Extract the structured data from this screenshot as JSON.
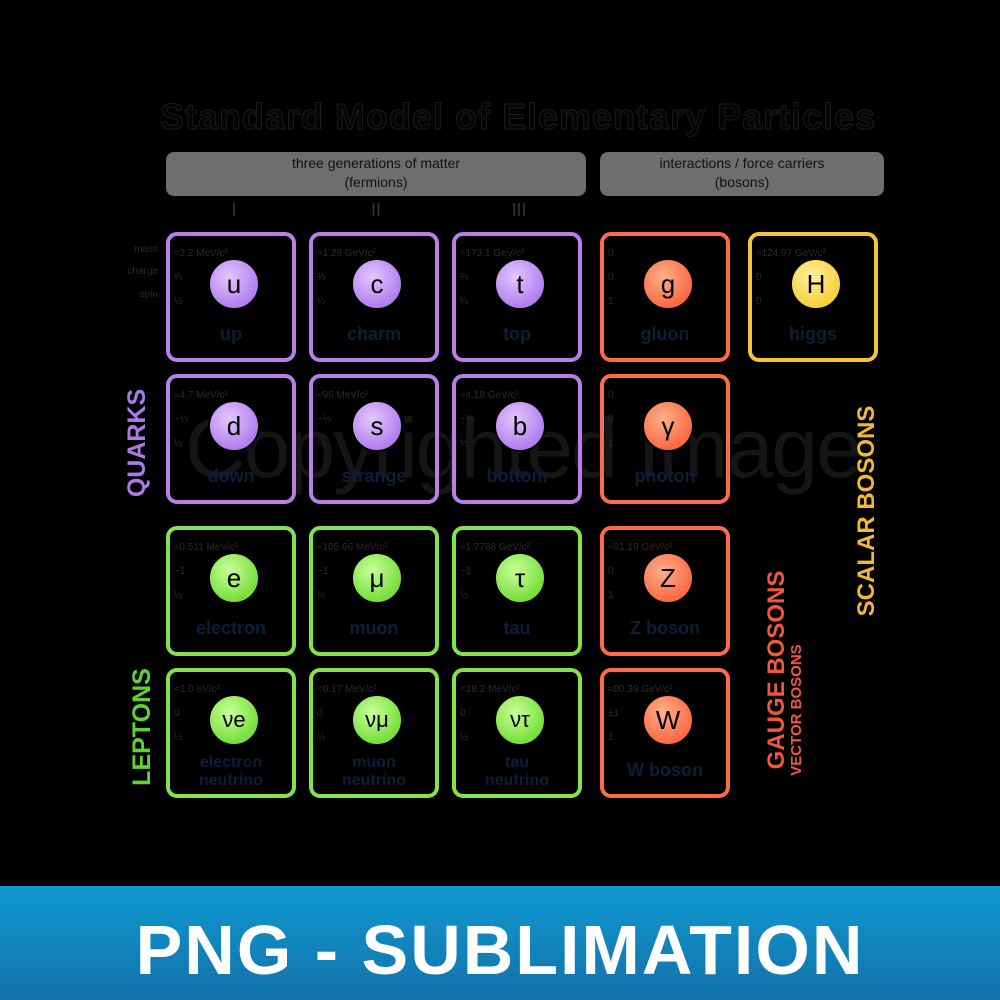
{
  "title": "Standard Model of Elementary Particles",
  "banners": {
    "matter": "three generations of matter\n(fermions)",
    "interactions": "interactions / force carriers\n(bosons)"
  },
  "generations": [
    "I",
    "II",
    "III"
  ],
  "row_labels": [
    "mass",
    "charge",
    "spin"
  ],
  "particles": [
    {
      "symbol": "u",
      "name": "up",
      "mass": "≈2.2 MeV/c²",
      "charge": "⅔",
      "spin": "½",
      "group": "quark"
    },
    {
      "symbol": "c",
      "name": "charm",
      "mass": "≈1.28 GeV/c²",
      "charge": "⅔",
      "spin": "½",
      "group": "quark"
    },
    {
      "symbol": "t",
      "name": "top",
      "mass": "≈173.1 GeV/c²",
      "charge": "⅔",
      "spin": "½",
      "group": "quark"
    },
    {
      "symbol": "g",
      "name": "gluon",
      "mass": "0",
      "charge": "0",
      "spin": "1",
      "group": "gauge"
    },
    {
      "symbol": "H",
      "name": "higgs",
      "mass": "≈124.97 GeV/c²",
      "charge": "0",
      "spin": "0",
      "group": "scalar"
    },
    {
      "symbol": "d",
      "name": "down",
      "mass": "≈4.7 MeV/c²",
      "charge": "−⅓",
      "spin": "½",
      "group": "quark"
    },
    {
      "symbol": "s",
      "name": "strange",
      "mass": "≈96 MeV/c²",
      "charge": "−⅓",
      "spin": "½",
      "group": "quark"
    },
    {
      "symbol": "b",
      "name": "bottom",
      "mass": "≈4.18 GeV/c²",
      "charge": "−⅓",
      "spin": "½",
      "group": "quark"
    },
    {
      "symbol": "γ",
      "name": "photon",
      "mass": "0",
      "charge": "0",
      "spin": "1",
      "group": "gauge"
    },
    {
      "symbol": "e",
      "name": "electron",
      "mass": "≈0.511 MeV/c²",
      "charge": "−1",
      "spin": "½",
      "group": "lepton"
    },
    {
      "symbol": "μ",
      "name": "muon",
      "mass": "≈105.66 MeV/c²",
      "charge": "−1",
      "spin": "½",
      "group": "lepton"
    },
    {
      "symbol": "τ",
      "name": "tau",
      "mass": "≈1.7768 GeV/c²",
      "charge": "−1",
      "spin": "½",
      "group": "lepton"
    },
    {
      "symbol": "Z",
      "name": "Z boson",
      "mass": "≈91.19 GeV/c²",
      "charge": "0",
      "spin": "1",
      "group": "gauge"
    },
    {
      "symbol": "νe",
      "name": "electron\nneutrino",
      "mass": "<1.0 eV/c²",
      "charge": "0",
      "spin": "½",
      "group": "lepton"
    },
    {
      "symbol": "νμ",
      "name": "muon\nneutrino",
      "mass": "<0.17 MeV/c²",
      "charge": "0",
      "spin": "½",
      "group": "lepton"
    },
    {
      "symbol": "ντ",
      "name": "tau\nneutrino",
      "mass": "<18.2 MeV/c²",
      "charge": "0",
      "spin": "½",
      "group": "lepton"
    },
    {
      "symbol": "W",
      "name": "W boson",
      "mass": "≈80.39 GeV/c²",
      "charge": "±1",
      "spin": "1",
      "group": "gauge"
    }
  ],
  "side_labels": {
    "quarks": "QUARKS",
    "leptons": "LEPTONS",
    "gauge": "GAUGE BOSONS",
    "vector": "VECTOR BOSONS",
    "scalar": "SCALAR BOSONS"
  },
  "watermark": "Copyrighted Image",
  "footer": "PNG - SUBLIMATION",
  "colors": {
    "quark": "#b77fe8",
    "lepton": "#84e34a",
    "gauge": "#ff6b4a",
    "scalar": "#f5c43a",
    "footer": "#1385c0"
  }
}
